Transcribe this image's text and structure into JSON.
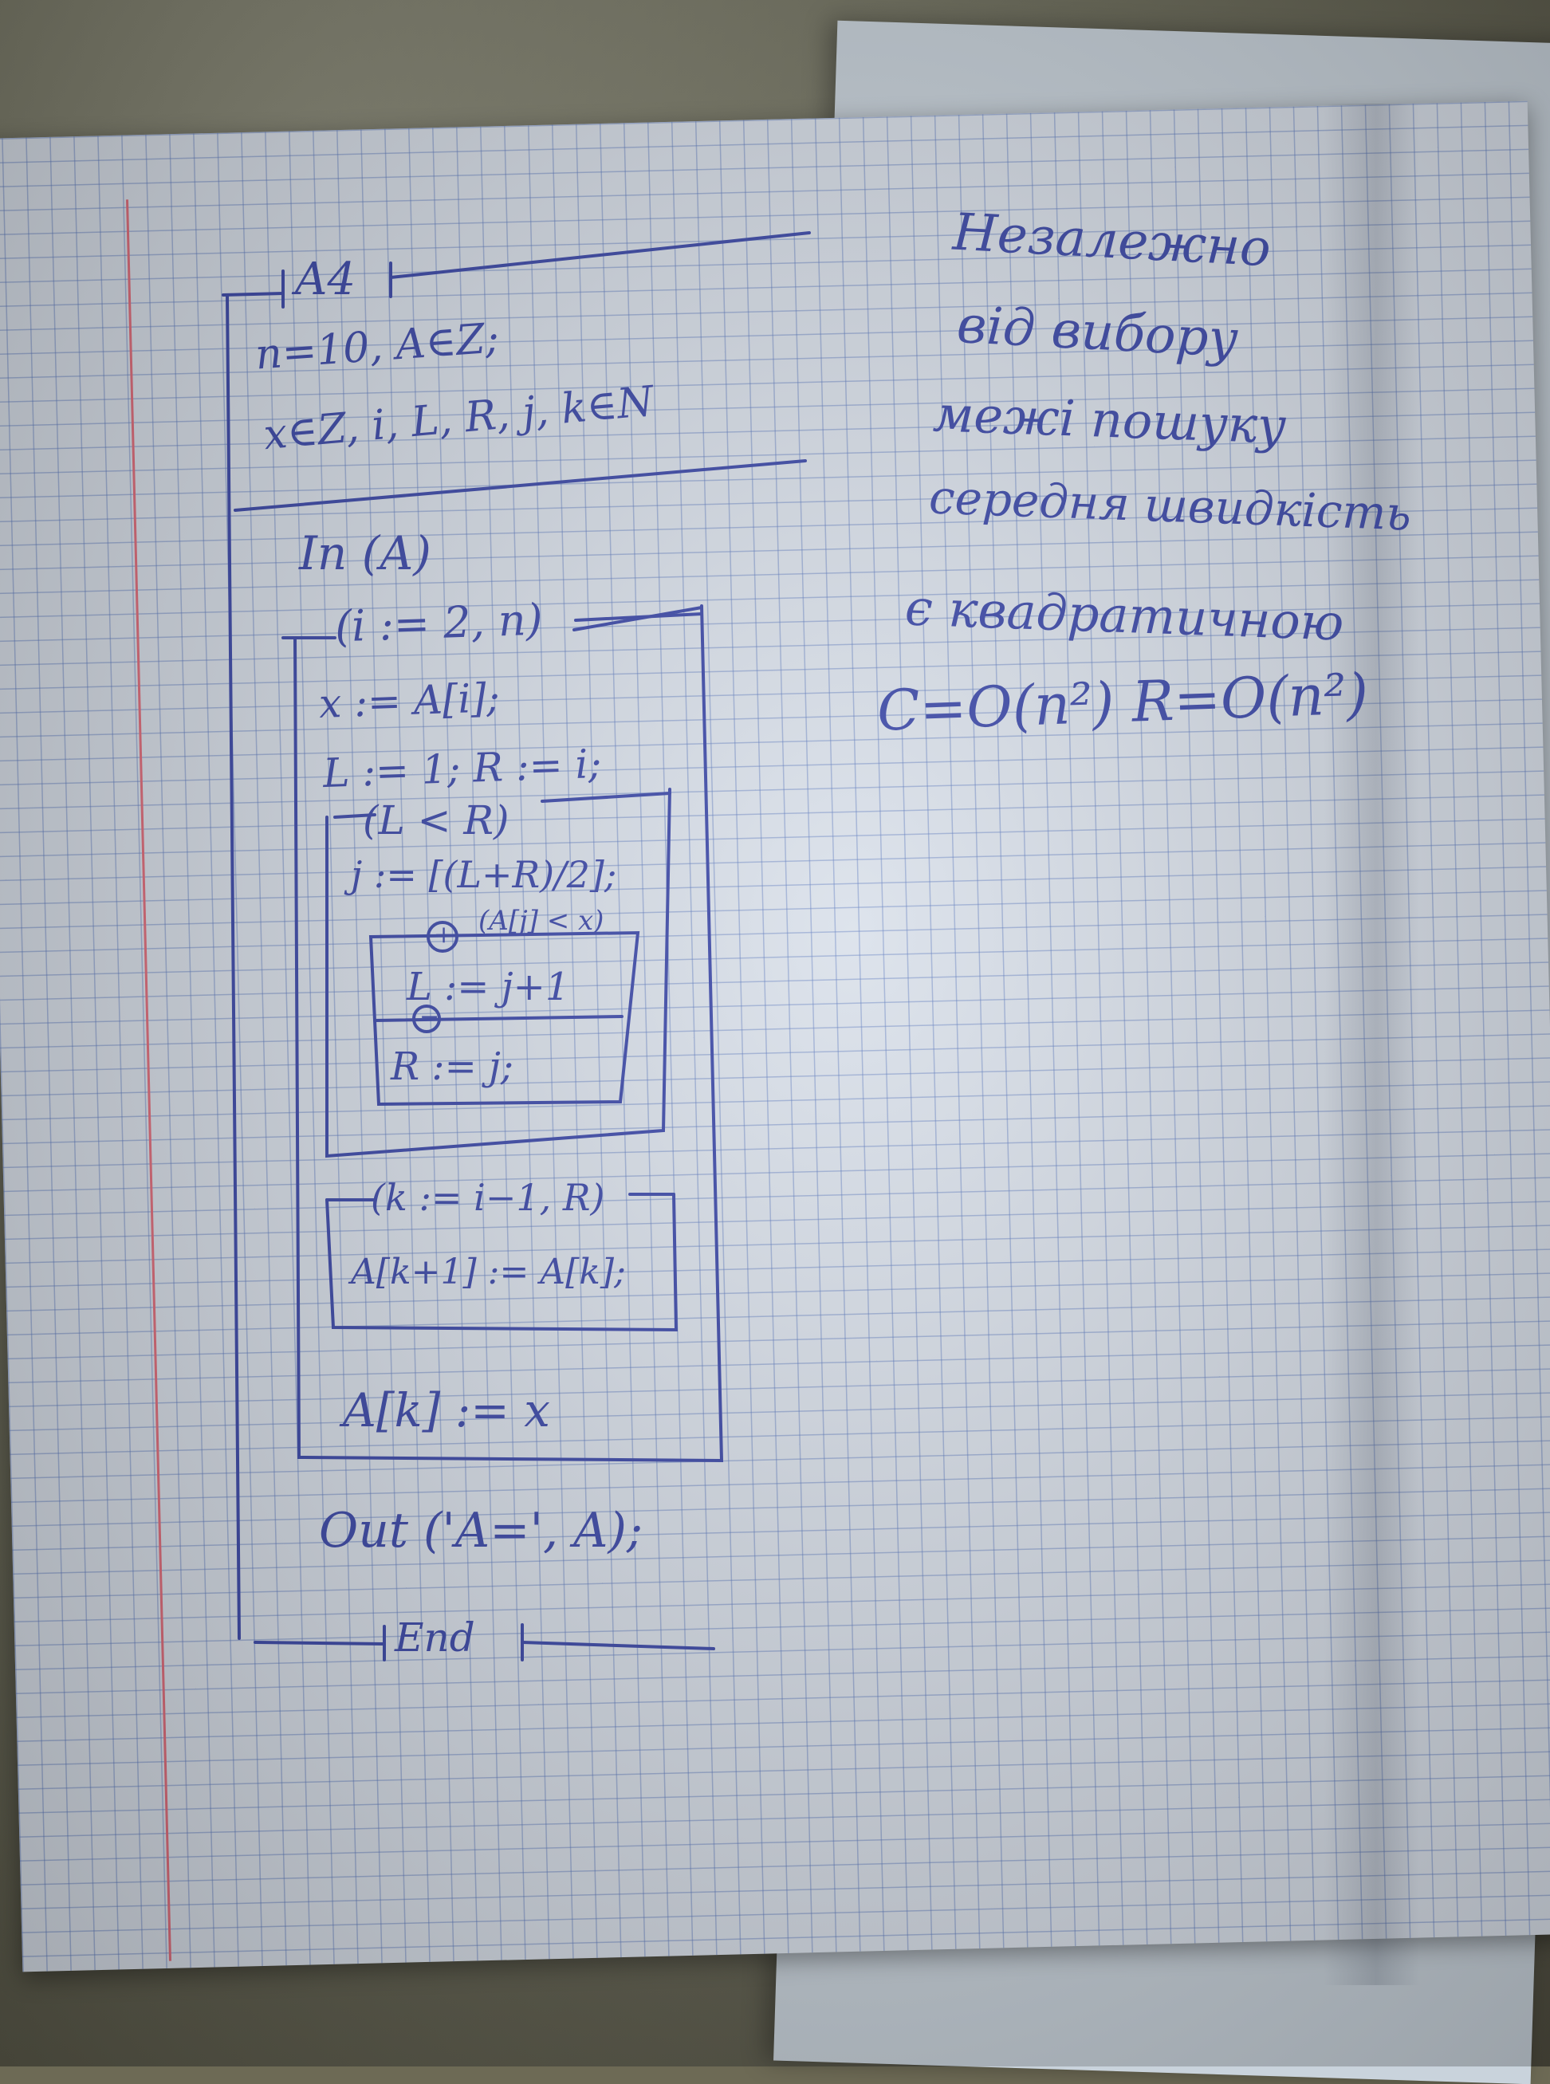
{
  "ink_color": "#3a47a8",
  "diagram": {
    "header": "A4",
    "declarations": [
      "n=10, A∈Z;",
      "x∈Z, i, L, R, j, k∈N"
    ],
    "input": "In (A)",
    "outer_loop": "(i := 2, n)",
    "x_assign": "x := A[i];",
    "lr_assign": "L := 1;   R := i;",
    "while_loop": "(L < R)",
    "j_assign": "j := [(L+R)/2];",
    "condition": "(A[j] < x)",
    "plus_sign": "+",
    "minus_sign": "−",
    "branch_true": "L := j+1",
    "branch_false": "R := j;",
    "shift_loop": "(k := i−1, R)",
    "shift_body": "A[k+1] := A[k];",
    "final_assign": "A[k] := x",
    "output": "Out ('A=', A);",
    "footer": "End"
  },
  "note": {
    "lines": [
      "Незалежно",
      "від вибору",
      "межі пошуку",
      "середня швидкість",
      "є квадратичною"
    ],
    "formula": "C=O(n²)  R=O(n²)"
  }
}
